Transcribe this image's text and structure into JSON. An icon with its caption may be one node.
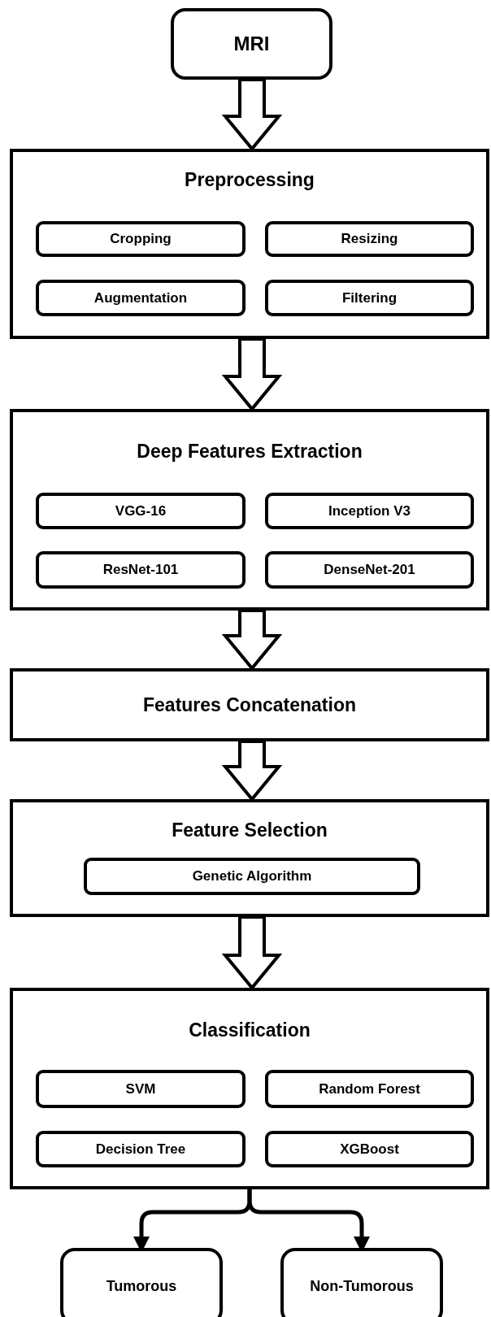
{
  "diagram": {
    "nodes": [
      {
        "text": [
          "MRI"
        ]
      },
      {
        "text": [
          "Preprocessing"
        ]
      },
      {
        "text": [
          "Cropping"
        ],
        "in": 1
      },
      {
        "text": [
          "Resizing"
        ],
        "in": 1
      },
      {
        "text": [
          "Augmentation"
        ],
        "in": 1
      },
      {
        "text": [
          "Filtering"
        ],
        "in": 1
      },
      {
        "text": [
          "Deep Features Extraction"
        ]
      },
      {
        "text": [
          "VGG-16"
        ],
        "in": 6
      },
      {
        "text": [
          "Inception V3"
        ],
        "in": 6
      },
      {
        "text": [
          "ResNet-101"
        ],
        "in": 6
      },
      {
        "text": [
          "DenseNet-201"
        ],
        "in": 6
      },
      {
        "text": [
          "Features Concatenation"
        ]
      },
      {
        "text": [
          "Feature Selection"
        ]
      },
      {
        "text": [
          "Genetic Algorithm"
        ],
        "in": 12
      },
      {
        "text": [
          "Classification"
        ]
      },
      {
        "text": [
          "SVM"
        ],
        "in": 14
      },
      {
        "text": [
          "Random Forest"
        ],
        "in": 14
      },
      {
        "text": [
          "Decision Tree"
        ],
        "in": 14
      },
      {
        "text": [
          "XGBoost"
        ],
        "in": 14
      },
      {
        "text": [
          "Tumorous"
        ]
      },
      {
        "text": [
          "Non-Tumorous"
        ]
      }
    ],
    "edges": [
      {
        "from": 0,
        "to": 1,
        "arrow": "to",
        "style": "thick"
      },
      {
        "from": 1,
        "to": 6,
        "arrow": "to",
        "style": "thick"
      },
      {
        "from": 6,
        "to": 11,
        "arrow": "to",
        "style": "thick"
      },
      {
        "from": 11,
        "to": 12,
        "arrow": "to",
        "style": "thick"
      },
      {
        "from": 12,
        "to": 14,
        "arrow": "to",
        "style": "thick"
      },
      {
        "from": 14,
        "to": 19,
        "arrow": "to"
      },
      {
        "from": 14,
        "to": 20,
        "arrow": "to"
      }
    ]
  }
}
